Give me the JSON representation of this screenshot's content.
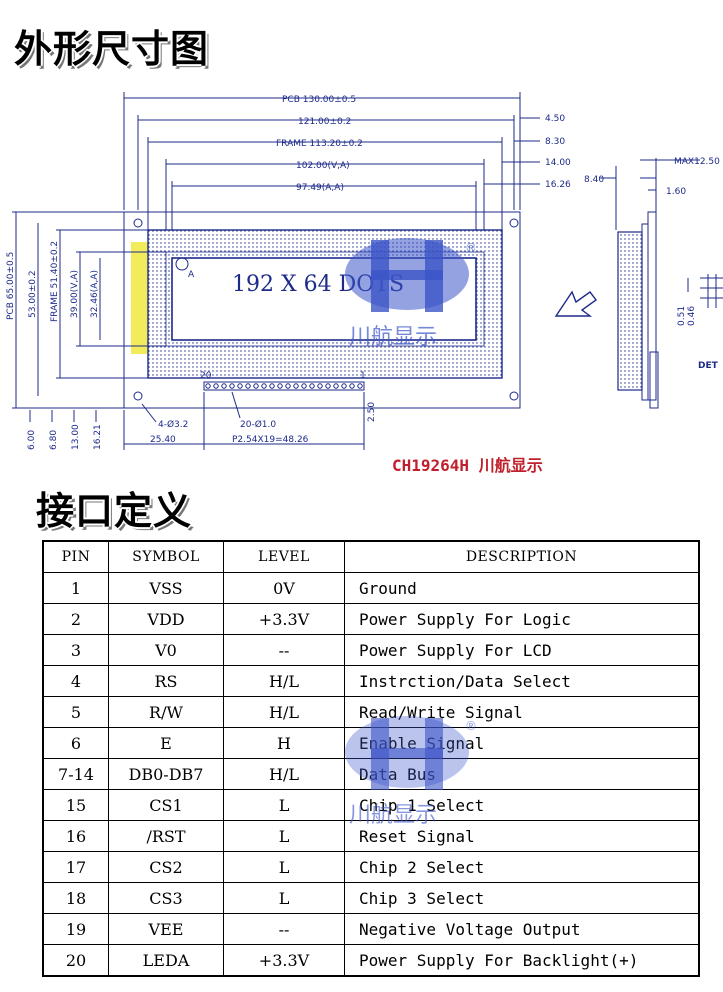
{
  "headings": {
    "dimensions": "外形尺寸图",
    "interface": "接口定义"
  },
  "drawing": {
    "dims_top": [
      "PCB 130.00±0.5",
      "121.00±0.2",
      "FRAME 113.20±0.2",
      "102.00(V,A)",
      "97.49(A,A)"
    ],
    "dims_right": [
      "4.50",
      "8.30",
      "14.00",
      "16.26"
    ],
    "dims_left": [
      "PCB 65.00±0.5",
      "53.00±0.2",
      "FRAME 51.40±0.2",
      "39.00(V,A)",
      "32.46(A,A)"
    ],
    "dims_bottom_left": [
      "6.00",
      "6.80",
      "13.00",
      "16.21"
    ],
    "dims_bottom": [
      "25.40",
      "P2.54X19=48.26",
      "2.50",
      "4-Ø3.2",
      "20-Ø1.0"
    ],
    "pin_markers": [
      "20",
      "1"
    ],
    "corner_mark": "A",
    "display_text": "192 X 64 DOTS",
    "side_dims": [
      "8.40",
      "MAX12.50",
      "1.60",
      "0.51",
      "0.46",
      "DET"
    ],
    "watermark_text": "川航显示",
    "watermark_mark": "®",
    "colors": {
      "line": "#1c2a8a",
      "backlight": "#f2ec5a",
      "watermark": "#3c55c8"
    }
  },
  "caption": "CH19264H 川航显示",
  "table": {
    "headers": [
      "PIN",
      "SYMBOL",
      "LEVEL",
      "DESCRIPTION"
    ],
    "rows": [
      [
        "1",
        "VSS",
        "0V",
        "Ground"
      ],
      [
        "2",
        "VDD",
        "+3.3V",
        "Power Supply For Logic"
      ],
      [
        "3",
        "V0",
        "--",
        "Power Supply For LCD"
      ],
      [
        "4",
        "RS",
        "H/L",
        "Instrction/Data Select"
      ],
      [
        "5",
        "R/W",
        "H/L",
        "Read/Write Signal"
      ],
      [
        "6",
        "E",
        "H",
        "Enable Signal"
      ],
      [
        "7-14",
        "DB0-DB7",
        "H/L",
        "Data Bus"
      ],
      [
        "15",
        "CS1",
        "L",
        "Chip 1 Select"
      ],
      [
        "16",
        "/RST",
        "L",
        "Reset Signal"
      ],
      [
        "17",
        "CS2",
        "L",
        "Chip 2 Select"
      ],
      [
        "18",
        "CS3",
        "L",
        "Chip 3 Select"
      ],
      [
        "19",
        "VEE",
        "--",
        "Negative Voltage Output"
      ],
      [
        "20",
        "LEDA",
        "+3.3V",
        "Power Supply For Backlight(+)"
      ]
    ]
  }
}
